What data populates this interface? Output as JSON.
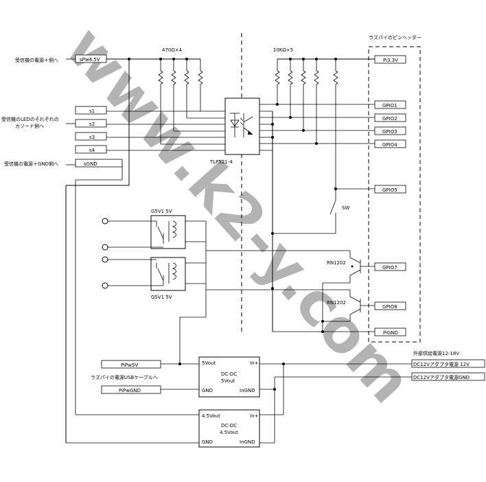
{
  "header": {
    "resistor_group_left": "470Ω×4",
    "resistor_group_right": "10KΩ×5",
    "pin_header_title": "ラズパイのピンヘッダー",
    "ext_power_title": "外部供給電源12-18V",
    "usb_cable_note": "ラズパイの電源USBケーブルへ"
  },
  "left_labels": {
    "recv_power_plus": "受信機の電源＋側へ",
    "recv_led_line1": "受信機のLEDのそれぞれの",
    "recv_led_line2": "カソード側へ",
    "recv_gnd": "受信機の電源＋GND側へ"
  },
  "terminals": {
    "spw": "sPw4.5V",
    "s1": "s1",
    "s2": "s2",
    "s3": "s3",
    "s4": "s4",
    "sgnd": "sGND",
    "pipw5v": "PiPw5V",
    "pipwgnd": "PiPwGND"
  },
  "gpio": {
    "pi33": "Pi3.3V",
    "gpio1": "GPIO1",
    "gpio2": "GPIO2",
    "gpio3": "GPIO3",
    "gpio4": "GPIO4",
    "gpio5": "GPIO5",
    "gpio7": "GPIO7",
    "gpio8": "GPIO8",
    "pignd": "PiGND"
  },
  "ext_power": {
    "v12": "DC12Vアダプタ電源 12V",
    "gnd": "DC12Vアダプタ電源GND"
  },
  "components": {
    "optocoupler": "TLP521-4",
    "relay_top": "G5V1 5V",
    "relay_bottom": "G5V1 5V",
    "transistor_top": "RN1202",
    "transistor_bottom": "RN1202",
    "switch": "SW"
  },
  "dcdc1": {
    "title1": "DC-DC",
    "title2": "5Vout",
    "pin_out": "5Vout",
    "pin_in": "In+",
    "pin_gnd": "GND",
    "pin_ingnd": "InGND"
  },
  "dcdc2": {
    "title1": "DC-DC",
    "title2": "4.5Vout",
    "pin_out": "4.5Vout",
    "pin_in": "In+",
    "pin_gnd": "GND",
    "pin_ingnd": "InGND"
  },
  "watermark": "www.k2-y.com"
}
